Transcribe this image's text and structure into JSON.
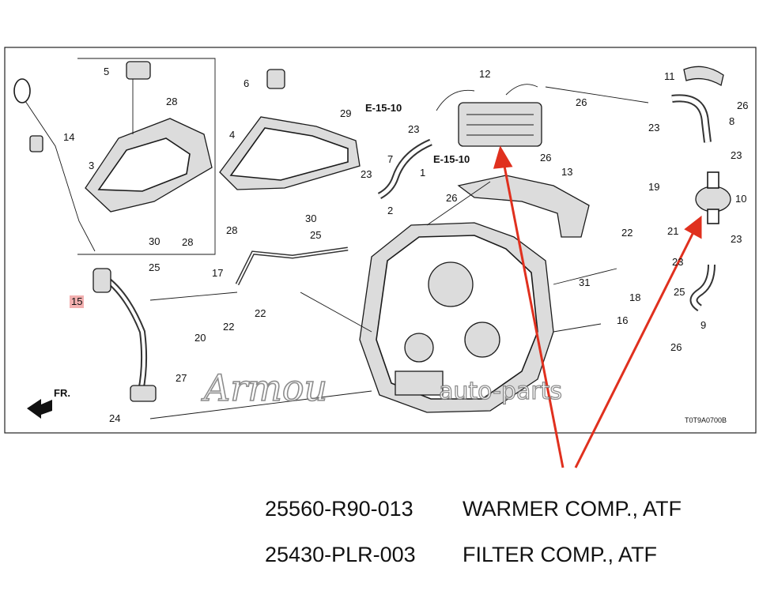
{
  "diagram": {
    "code": "T0T9A0700B",
    "front_label": "FR.",
    "references": [
      "E-15-10",
      "E-15-10"
    ],
    "watermark": {
      "script": "Armou",
      "rest": "auto-parts"
    },
    "callouts": [
      "1",
      "2",
      "3",
      "4",
      "5",
      "6",
      "7",
      "8",
      "9",
      "10",
      "11",
      "12",
      "13",
      "14",
      "15",
      "16",
      "17",
      "18",
      "19",
      "20",
      "21",
      "22",
      "22",
      "22",
      "23",
      "23",
      "23",
      "23",
      "23",
      "23",
      "24",
      "25",
      "25",
      "25",
      "26",
      "26",
      "26",
      "26",
      "26",
      "27",
      "28",
      "28",
      "28",
      "29",
      "30",
      "30",
      "31"
    ],
    "highlighted_callout": "15",
    "arrow_color": "#e0301e"
  },
  "legend": [
    {
      "part_number": "25560-R90-013",
      "description": "WARMER COMP., ATF"
    },
    {
      "part_number": "25430-PLR-003",
      "description": "FILTER COMP., ATF"
    }
  ]
}
